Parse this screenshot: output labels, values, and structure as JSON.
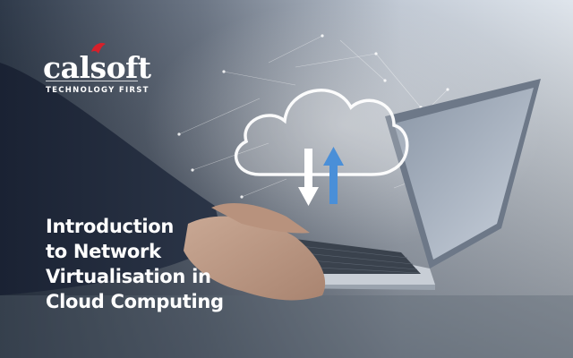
{
  "brand": {
    "name": "calsoft",
    "tagline": "TECHNOLOGY FIRST",
    "accent_color": "#d6202a"
  },
  "headline": {
    "lines": [
      "Introduction",
      "to Network",
      "Virtualisation in",
      "Cloud Computing"
    ]
  },
  "illustration": {
    "cloud_icon": "cloud-icon",
    "download_icon": "arrow-down-icon",
    "upload_icon": "arrow-up-icon",
    "device": "laptop",
    "arrow_down_color": "#ffffff",
    "arrow_up_color": "#4a8fd8"
  }
}
